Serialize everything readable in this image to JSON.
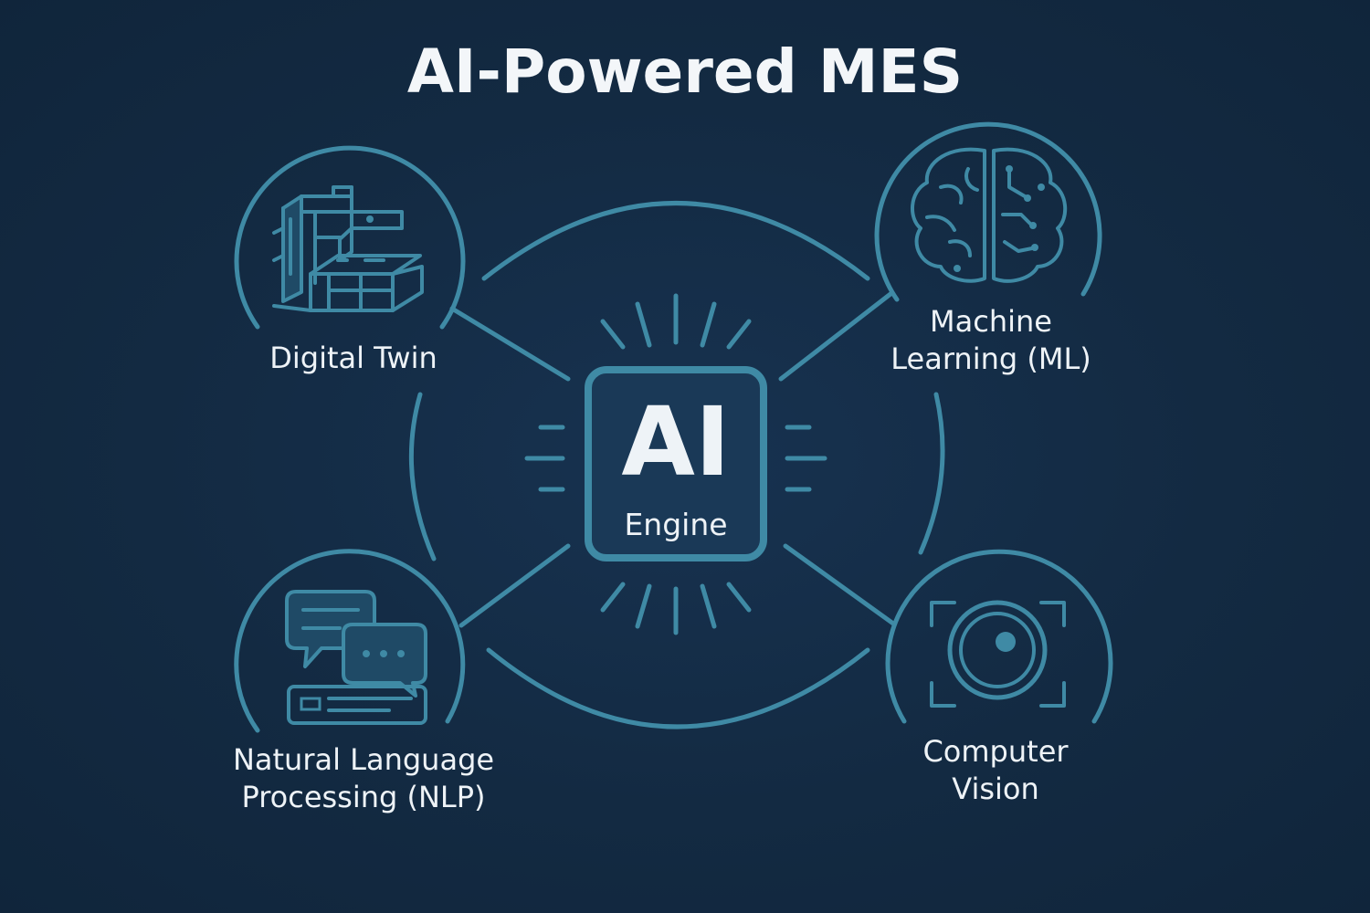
{
  "title": "AI-Powered MES",
  "center": {
    "main": "AI",
    "sub": "Engine"
  },
  "nodes": {
    "digital_twin": {
      "label": "Digital Twin",
      "icon": "factory-machine-icon"
    },
    "machine_learning": {
      "label_line1": "Machine",
      "label_line2": "Learning (ML)",
      "icon": "brain-icon"
    },
    "nlp": {
      "label_line1": "Natural Language",
      "label_line2": "Processing (NLP)",
      "icon": "chat-bubbles-icon"
    },
    "computer_vision": {
      "label_line1": "Computer",
      "label_line2": "Vision",
      "icon": "camera-lens-icon"
    }
  },
  "colors": {
    "background": "#132a42",
    "accent": "#3f8aa5",
    "text": "#eef3f7"
  }
}
